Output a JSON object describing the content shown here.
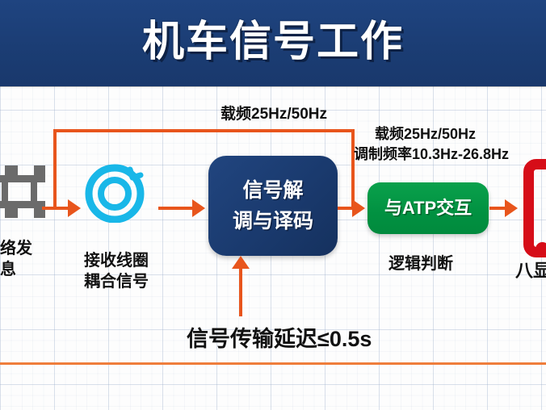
{
  "slide": {
    "title": "机车信号工作",
    "background_grid": true
  },
  "colors": {
    "banner": "#1b3d74",
    "node_blue": "#1a3a6e",
    "node_green": "#019141",
    "accent_orange": "#e8551c",
    "coil_cyan": "#19b7e8",
    "signal_red": "#d60d18",
    "rule_orange": "#ef7d3b",
    "track_gray": "#6b6b6b"
  },
  "labels": {
    "top_carrier": "载频25Hz/50Hz",
    "right_carrier": "载频25Hz/50Hz",
    "right_modulation": "调制频率10.3Hz-26.8Hz",
    "delay_note": "信号传输延迟≤0.5s"
  },
  "nodes": {
    "track": {
      "icon": "railway-track-icon",
      "caption_line1": "络发",
      "caption_line2": "息",
      "truncated": true
    },
    "coil": {
      "icon": "receiving-coil-icon",
      "caption_line1": "接收线圈",
      "caption_line2": "耦合信号"
    },
    "demodulator": {
      "text_line1": "信号解",
      "text_line2": "调与译码"
    },
    "atp": {
      "text": "与ATP交互",
      "caption": "逻辑判断"
    },
    "display": {
      "icon": "signal-display-icon",
      "caption": "八显",
      "truncated": true
    }
  }
}
